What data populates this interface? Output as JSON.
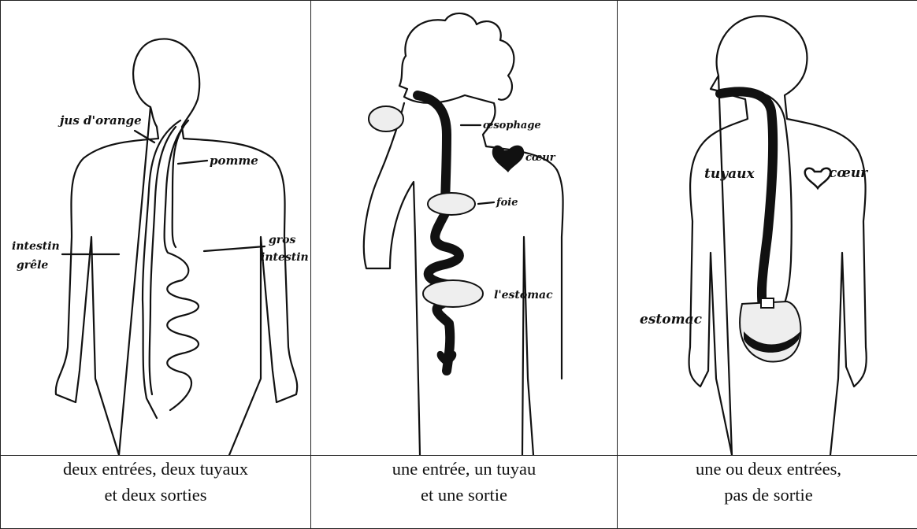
{
  "panels": [
    {
      "labels": {
        "juice": "jus d'orange",
        "apple": "pomme",
        "small_intestine_1": "intestin",
        "small_intestine_2": "grêle",
        "large_intestine_1": "gros",
        "large_intestine_2": "intestin"
      },
      "caption_line1": "deux entrées, deux tuyaux",
      "caption_line2": "et deux sorties"
    },
    {
      "labels": {
        "esophagus": "œsophage",
        "heart": "cœur",
        "liver": "foie",
        "stomach": "l'estomac"
      },
      "caption_line1": "une entrée, un tuyau",
      "caption_line2": "et une sortie"
    },
    {
      "labels": {
        "pipes": "tuyaux",
        "heart": "cœur",
        "stomach": "estomac"
      },
      "caption_line1": "une ou deux entrées,",
      "caption_line2": "pas de sortie"
    }
  ]
}
